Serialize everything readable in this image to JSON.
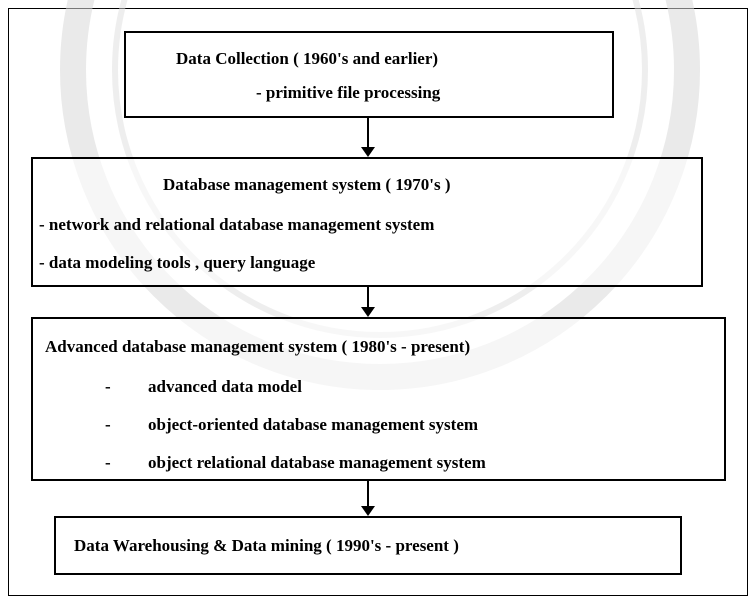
{
  "stage1": {
    "title": "Data Collection ( 1960's and earlier)",
    "items": [
      "- primitive file processing"
    ]
  },
  "stage2": {
    "title": "Database management system ( 1970's )",
    "items": [
      "- network and relational database management system",
      "- data modeling tools , query language"
    ]
  },
  "stage3": {
    "title": "Advanced database management system ( 1980's - present)",
    "bullet": "-",
    "items": [
      "advanced data model",
      "object-oriented database management system",
      "object relational database management system"
    ]
  },
  "stage4": {
    "title": "Data Warehousing & Data mining ( 1990's - present )"
  }
}
